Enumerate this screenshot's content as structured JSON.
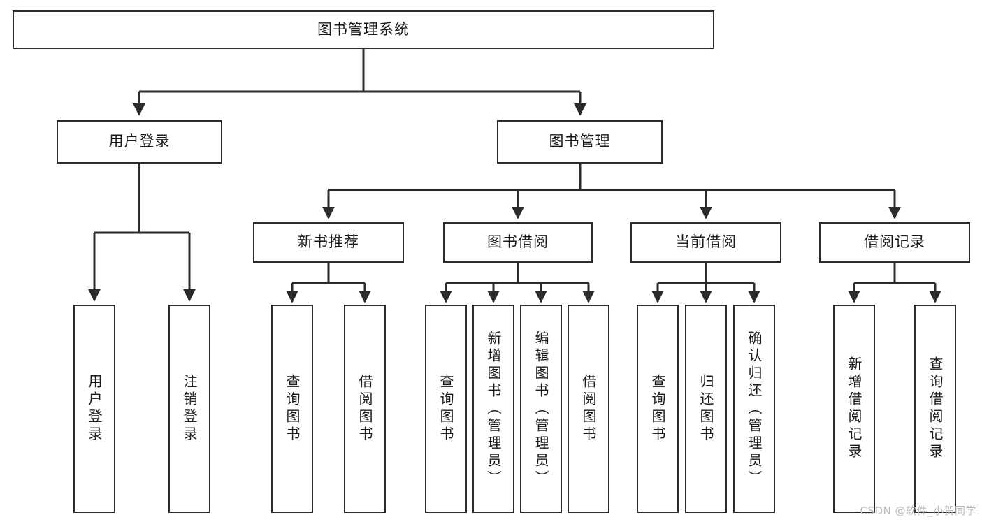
{
  "diagram": {
    "title": "图书管理系统",
    "type": "tree-hierarchy-diagram",
    "root": {
      "id": "root",
      "label": "图书管理系统"
    },
    "level2": [
      {
        "id": "user-login",
        "label": "用户登录"
      },
      {
        "id": "book-manage",
        "label": "图书管理"
      }
    ],
    "level3": [
      {
        "id": "new-book-rec",
        "label": "新书推荐"
      },
      {
        "id": "book-borrow",
        "label": "图书借阅"
      },
      {
        "id": "current-borrow",
        "label": "当前借阅"
      },
      {
        "id": "borrow-record",
        "label": "借阅记录"
      }
    ],
    "leaves": [
      {
        "id": "leaf-user-login",
        "label": "用户登录",
        "parent": "user-login"
      },
      {
        "id": "leaf-logout",
        "label": "注销登录",
        "parent": "user-login"
      },
      {
        "id": "leaf-query-book-1",
        "label": "查询图书",
        "parent": "new-book-rec"
      },
      {
        "id": "leaf-borrow-book-1",
        "label": "借阅图书",
        "parent": "new-book-rec"
      },
      {
        "id": "leaf-query-book-2",
        "label": "查询图书",
        "parent": "book-borrow"
      },
      {
        "id": "leaf-add-book",
        "label": "新增图书（管理员）",
        "parent": "book-borrow"
      },
      {
        "id": "leaf-edit-book",
        "label": "编辑图书（管理员）",
        "parent": "book-borrow"
      },
      {
        "id": "leaf-borrow-book-2",
        "label": "借阅图书",
        "parent": "book-borrow"
      },
      {
        "id": "leaf-query-book-3",
        "label": "查询图书",
        "parent": "current-borrow"
      },
      {
        "id": "leaf-return-book",
        "label": "归还图书",
        "parent": "current-borrow"
      },
      {
        "id": "leaf-confirm-return",
        "label": "确认归还（管理员）",
        "parent": "current-borrow"
      },
      {
        "id": "leaf-add-record",
        "label": "新增借阅记录",
        "parent": "borrow-record"
      },
      {
        "id": "leaf-query-record",
        "label": "查询借阅记录",
        "parent": "borrow-record"
      }
    ],
    "watermark": "CSDN @软件_小贺同学",
    "colors": {
      "stroke": "#2b2b2b",
      "fill": "#ffffff",
      "text": "#1b1b1b",
      "watermark": "#b9b9b9"
    }
  }
}
